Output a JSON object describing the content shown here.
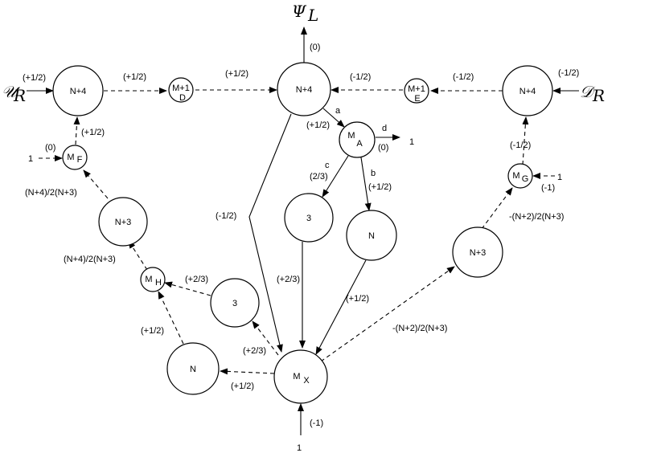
{
  "nodes": {
    "n4_left": {
      "label": "N+4"
    },
    "n4_mid": {
      "label": "N+4"
    },
    "n4_right": {
      "label": "N+4"
    },
    "m1_d": {
      "label": "M+1",
      "sub": "D"
    },
    "m1_e": {
      "label": "M+1",
      "sub": "E"
    },
    "m_a": {
      "label": "M",
      "sub": "A"
    },
    "m_f": {
      "label": "M",
      "sub": "F"
    },
    "m_g": {
      "label": "M",
      "sub": "G"
    },
    "m_h": {
      "label": "M",
      "sub": "H"
    },
    "m_x": {
      "label": "M",
      "sub": "X"
    },
    "three_mid": {
      "label": "3"
    },
    "n_mid": {
      "label": "N"
    },
    "n3_left": {
      "label": "N+3"
    },
    "n3_right": {
      "label": "N+3"
    },
    "three_low": {
      "label": "3"
    },
    "n_low": {
      "label": "N"
    }
  },
  "external": {
    "psi": {
      "symbol": "Ψ",
      "sub": "L"
    },
    "u": {
      "symbol": "𝒰",
      "sub": "R"
    },
    "d": {
      "symbol": "𝒟",
      "sub": "R"
    }
  },
  "edge_labels": {
    "psi_out": "(0)",
    "u_in": "(+1/2)",
    "left_to_d": "(+1/2)",
    "d_to_mid": "(+1/2)",
    "e_to_mid": "(-1/2)",
    "right_to_e": "(-1/2)",
    "d_in": "(-1/2)",
    "mid_to_a_letter": "a",
    "mid_to_a": "(+1/2)",
    "a_out_letter": "d",
    "a_out": "(0)",
    "a_out_source": "1",
    "a_to_3_letter": "c",
    "a_to_3": "(2/3)",
    "a_to_n_letter": "b",
    "a_to_n": "(+1/2)",
    "mid_to_x": "(-1/2)",
    "three_to_x": "(+2/3)",
    "n_to_x": "(+1/2)",
    "f_to_left": "(+1/2)",
    "f_in_source": "1",
    "f_in": "(0)",
    "n3l_to_f": "(N+4)/2(N+3)",
    "h_to_n3l": "(N+4)/2(N+3)",
    "three_low_to_h": "(+2/3)",
    "n_low_to_h": "(+1/2)",
    "x_to_three_low": "(+2/3)",
    "x_to_n_low": "(+1/2)",
    "x_in": "(-1)",
    "x_in_source": "1",
    "g_to_right": "(-1/2)",
    "g_in_source": "1",
    "g_in": "(-1)",
    "n3r_to_g": "-(N+2)/2(N+3)",
    "x_to_n3r": "-(N+2)/2(N+3)"
  }
}
